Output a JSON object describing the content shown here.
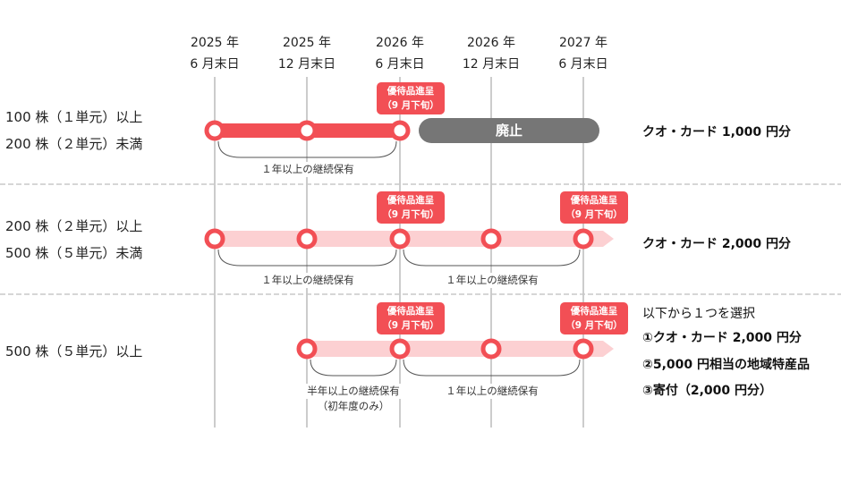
{
  "colors": {
    "accent": "#f24f55",
    "accent_light": "#fcd0d2",
    "abolished": "#767676",
    "grid": "#999999",
    "separator": "#c8c8c8"
  },
  "columns": [
    {
      "year": "2025 年",
      "date": "6 月末日"
    },
    {
      "year": "2025 年",
      "date": "12 月末日"
    },
    {
      "year": "2026 年",
      "date": "6 月末日"
    },
    {
      "year": "2026 年",
      "date": "12 月末日"
    },
    {
      "year": "2027 年",
      "date": "6 月末日"
    }
  ],
  "badge_text": {
    "line1": "優待品進呈",
    "line2": "（9 月下旬）"
  },
  "rows": [
    {
      "label_lines": [
        "100 株（１単元）以上",
        "200 株（２単元）未満"
      ],
      "style": "solid",
      "dot_columns": [
        0,
        1,
        2
      ],
      "badge_columns": [
        2
      ],
      "abolished_label": "廃止",
      "spans": [
        {
          "from": 0,
          "to": 2,
          "label": "１年以上の継続保有"
        }
      ],
      "reward": [
        "クオ・カード 1,000 円分"
      ]
    },
    {
      "label_lines": [
        "200 株（２単元）以上",
        "500 株（５単元）未満"
      ],
      "style": "light",
      "dot_columns": [
        0,
        1,
        2,
        3,
        4
      ],
      "badge_columns": [
        2,
        4
      ],
      "spans": [
        {
          "from": 0,
          "to": 2,
          "label": "１年以上の継続保有"
        },
        {
          "from": 2,
          "to": 4,
          "label": "１年以上の継続保有"
        }
      ],
      "reward": [
        "クオ・カード 2,000 円分"
      ]
    },
    {
      "label_lines": [
        "500 株（５単元）以上"
      ],
      "style": "light",
      "dot_columns": [
        1,
        2,
        3,
        4
      ],
      "badge_columns": [
        2,
        4
      ],
      "spans": [
        {
          "from": 1,
          "to": 2,
          "label": "半年以上の継続保有",
          "sublabel": "（初年度のみ）"
        },
        {
          "from": 2,
          "to": 4,
          "label": "１年以上の継続保有"
        }
      ],
      "reward_intro": "以下から１つを選択",
      "reward": [
        "①クオ・カード 2,000 円分",
        "②5,000 円相当の地域特産品",
        "③寄付（2,000 円分）"
      ]
    }
  ]
}
